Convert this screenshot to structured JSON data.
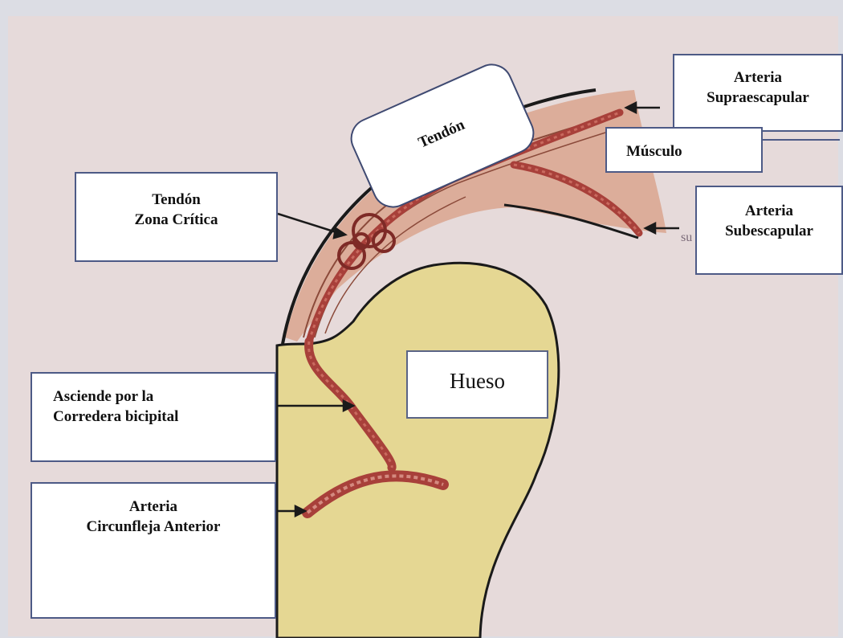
{
  "labels": {
    "tendon": "Tendón",
    "tendon_zona_line1": "Tendón",
    "tendon_zona_line2": "Zona Crítica",
    "supra_line1": "Arteria",
    "supra_line2": "Supraescapular",
    "musculo": "Músculo",
    "sub_line1": "Arteria",
    "sub_line2": "Subescapular",
    "hueso": "Hueso",
    "asciende_line1": "Asciende por la",
    "asciende_line2": "Corredera bicipital",
    "circunfleja_line1": "Arteria",
    "circunfleja_line2": "Circunfleja Anterior",
    "fragment": "su"
  },
  "colors": {
    "bone": "#e5d793",
    "muscle": "#d9a58e",
    "artery": "#a8403a",
    "outline": "#1a1a1a",
    "label_border": "#4d5a86",
    "background": "#e6dada"
  }
}
